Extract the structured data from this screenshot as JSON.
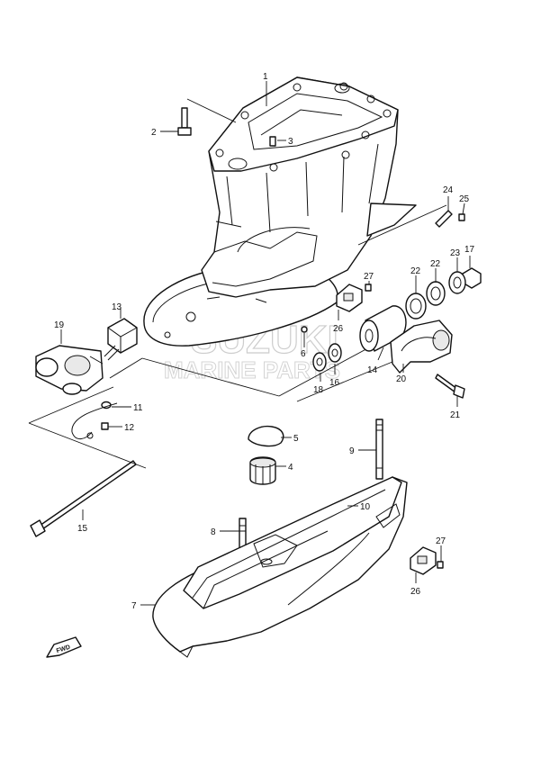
{
  "watermark": {
    "brand": "SUZUKI",
    "sub": "MARINE PARTS"
  },
  "direction_label": "FWD",
  "callouts": [
    {
      "id": "c1",
      "number": "1"
    },
    {
      "id": "c2",
      "number": "2"
    },
    {
      "id": "c3",
      "number": "3"
    },
    {
      "id": "c4",
      "number": "4"
    },
    {
      "id": "c5",
      "number": "5"
    },
    {
      "id": "c6",
      "number": "6"
    },
    {
      "id": "c7",
      "number": "7"
    },
    {
      "id": "c8",
      "number": "8"
    },
    {
      "id": "c9",
      "number": "9"
    },
    {
      "id": "c10",
      "number": "10"
    },
    {
      "id": "c11",
      "number": "11"
    },
    {
      "id": "c12",
      "number": "12"
    },
    {
      "id": "c13",
      "number": "13"
    },
    {
      "id": "c14",
      "number": "14"
    },
    {
      "id": "c15",
      "number": "15"
    },
    {
      "id": "c16",
      "number": "16"
    },
    {
      "id": "c17",
      "number": "17"
    },
    {
      "id": "c18",
      "number": "18"
    },
    {
      "id": "c19",
      "number": "19"
    },
    {
      "id": "c20",
      "number": "20"
    },
    {
      "id": "c21",
      "number": "21"
    },
    {
      "id": "c22a",
      "number": "22"
    },
    {
      "id": "c22b",
      "number": "22"
    },
    {
      "id": "c23",
      "number": "23"
    },
    {
      "id": "c24",
      "number": "24"
    },
    {
      "id": "c25",
      "number": "25"
    },
    {
      "id": "c26a",
      "number": "26"
    },
    {
      "id": "c26b",
      "number": "26"
    },
    {
      "id": "c27a",
      "number": "27"
    },
    {
      "id": "c27b",
      "number": "27"
    }
  ]
}
